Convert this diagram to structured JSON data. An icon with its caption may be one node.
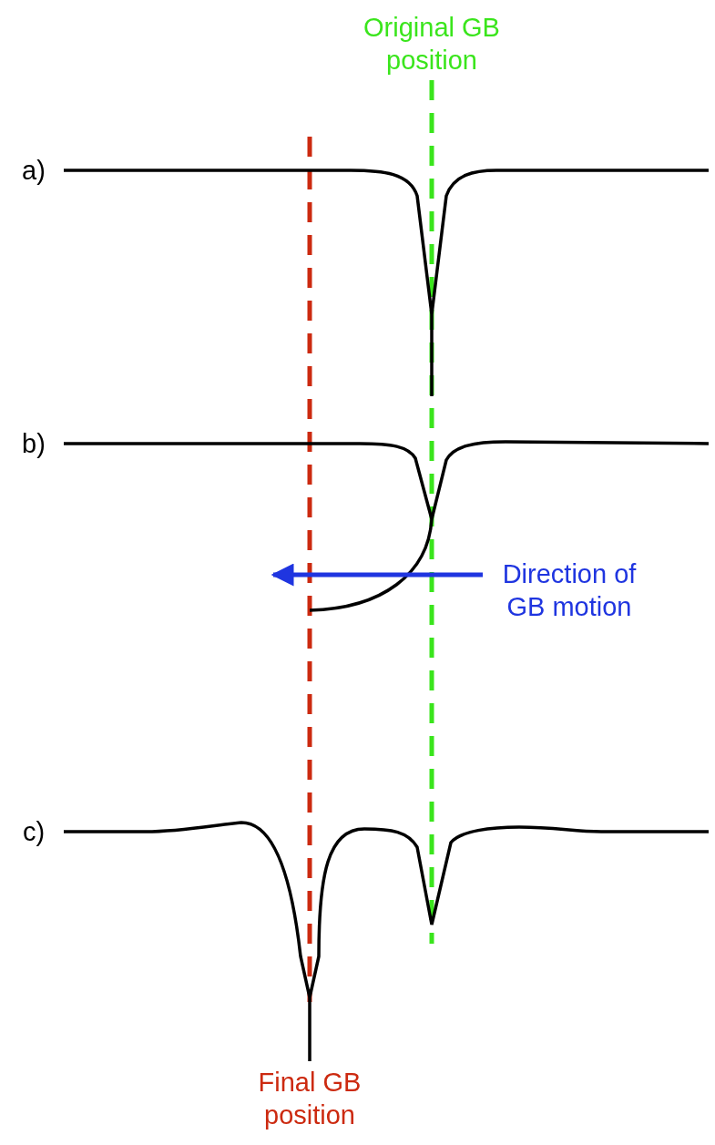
{
  "diagram": {
    "labels": [
      "Original GB position",
      "a)",
      "b)",
      "Direction of GB motion",
      "c)",
      "Final GB position"
    ]
  }
}
